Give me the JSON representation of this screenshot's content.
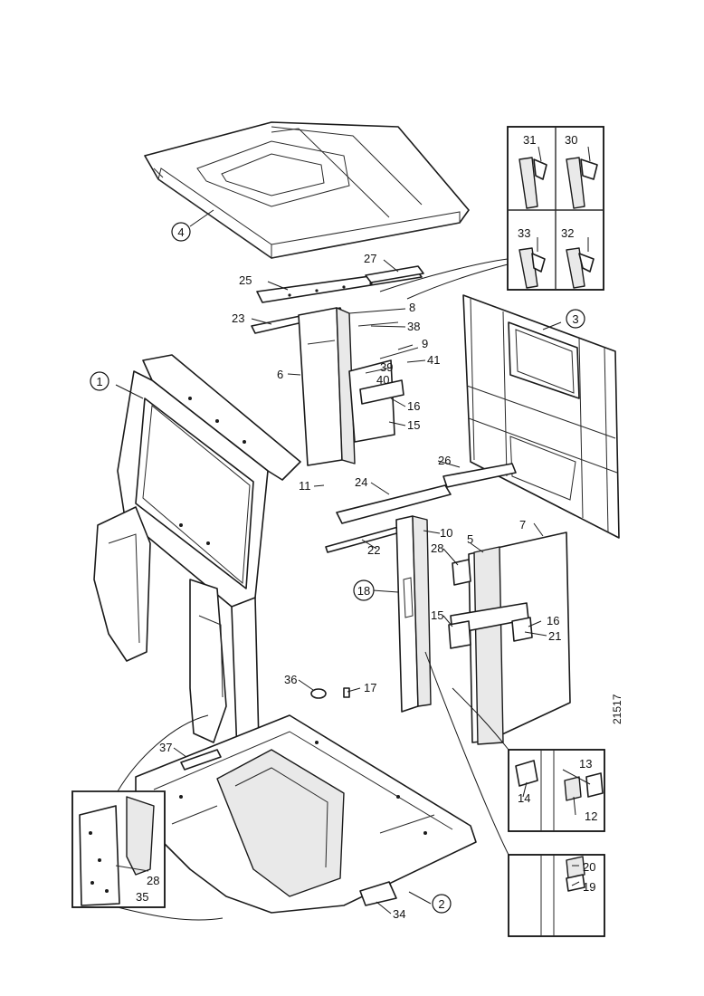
{
  "drawing_ref": "21517",
  "circled_callouts": {
    "c1": "1",
    "c2": "2",
    "c3": "3",
    "c4": "4",
    "c18": "18"
  },
  "callouts": {
    "n5": "5",
    "n6": "6",
    "n7": "7",
    "n8": "8",
    "n9": "9",
    "n10": "10",
    "n11": "11",
    "n12": "12",
    "n13": "13",
    "n14": "14",
    "n15a": "15",
    "n15b": "15",
    "n16a": "16",
    "n16b": "16",
    "n17": "17",
    "n19": "19",
    "n20": "20",
    "n21": "21",
    "n22": "22",
    "n23": "23",
    "n24": "24",
    "n25": "25",
    "n26": "26",
    "n27": "27",
    "n28a": "28",
    "n28b": "28",
    "n30": "30",
    "n31": "31",
    "n32": "32",
    "n33": "33",
    "n34": "34",
    "n35": "35",
    "n36": "36",
    "n37": "37",
    "n38": "38",
    "n39": "39",
    "n40": "40",
    "n41": "41"
  }
}
